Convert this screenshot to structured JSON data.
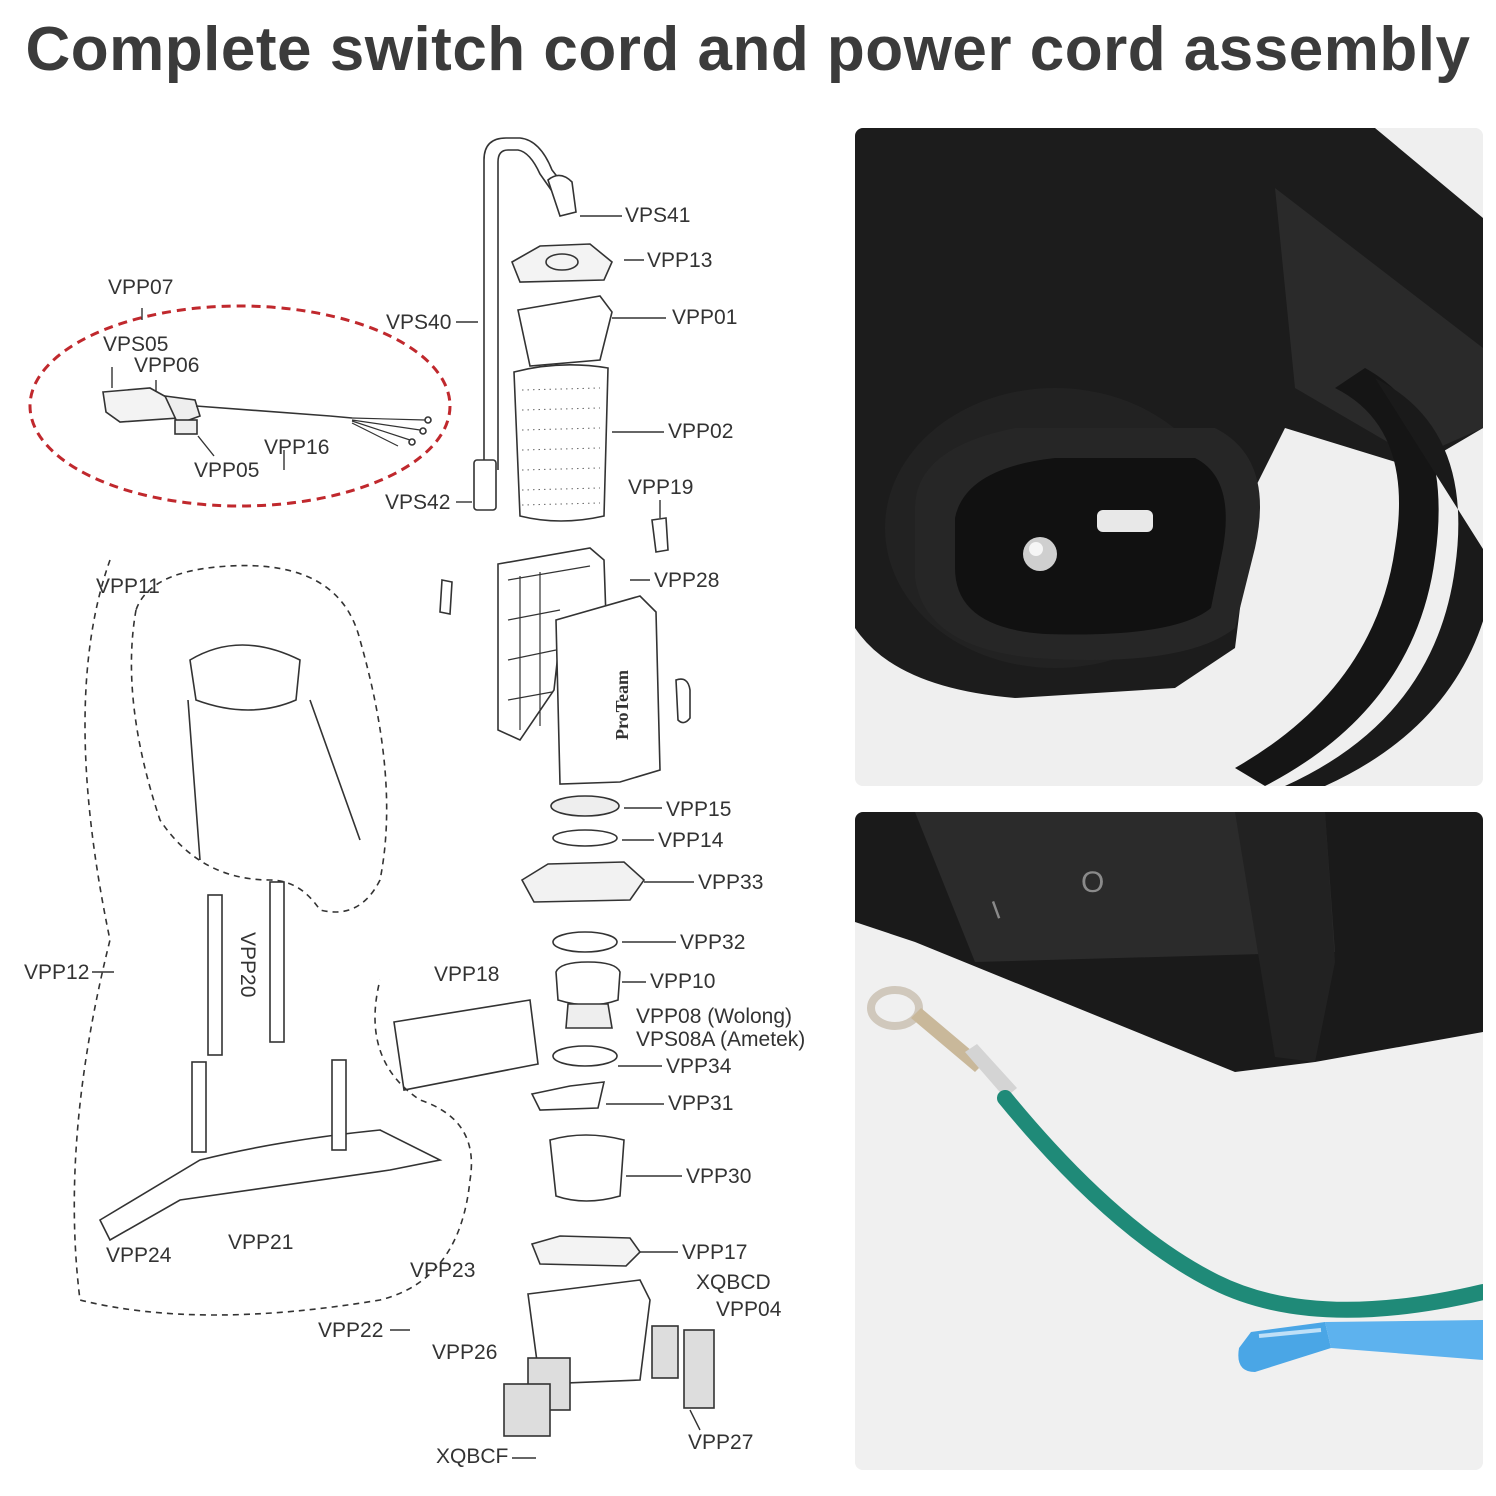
{
  "title": "Complete switch cord and power cord assembly",
  "parts": {
    "vps41": "VPS41",
    "vpp13": "VPP13",
    "vpp01": "VPP01",
    "vps40": "VPS40",
    "vpp07": "VPP07",
    "vps05": "VPS05",
    "vpp06": "VPP06",
    "vpp16": "VPP16",
    "vpp05": "VPP05",
    "vpp02": "VPP02",
    "vps42": "VPS42",
    "vpp19": "VPP19",
    "vpp11": "VPP11",
    "vpp28": "VPP28",
    "vpp15": "VPP15",
    "vpp14": "VPP14",
    "vpp33": "VPP33",
    "vpp20": "VPP20",
    "vpp32": "VPP32",
    "vpp12": "VPP12",
    "vpp18": "VPP18",
    "vpp10": "VPP10",
    "vpp08": "VPP08 (Wolong)",
    "vps08a": "VPS08A (Ametek)",
    "vpp34": "VPP34",
    "vpp31": "VPP31",
    "vpp30": "VPP30",
    "vpp24": "VPP24",
    "vpp21": "VPP21",
    "vpp17": "VPP17",
    "vpp23": "VPP23",
    "xqbcd": "XQBCD",
    "vpp04": "VPP04",
    "vpp22": "VPP22",
    "vpp26": "VPP26",
    "vpp27": "VPP27",
    "xqbcf": "XQBCF"
  },
  "brand_mark": "ProTeam",
  "switch_marks": {
    "on": "I",
    "off": "O"
  },
  "colors": {
    "highlight_ellipse": "#c0282d",
    "wire_green": "#1f8a78",
    "connector_blue": "#4aa6e6",
    "plug_black": "#1c1c1c"
  }
}
